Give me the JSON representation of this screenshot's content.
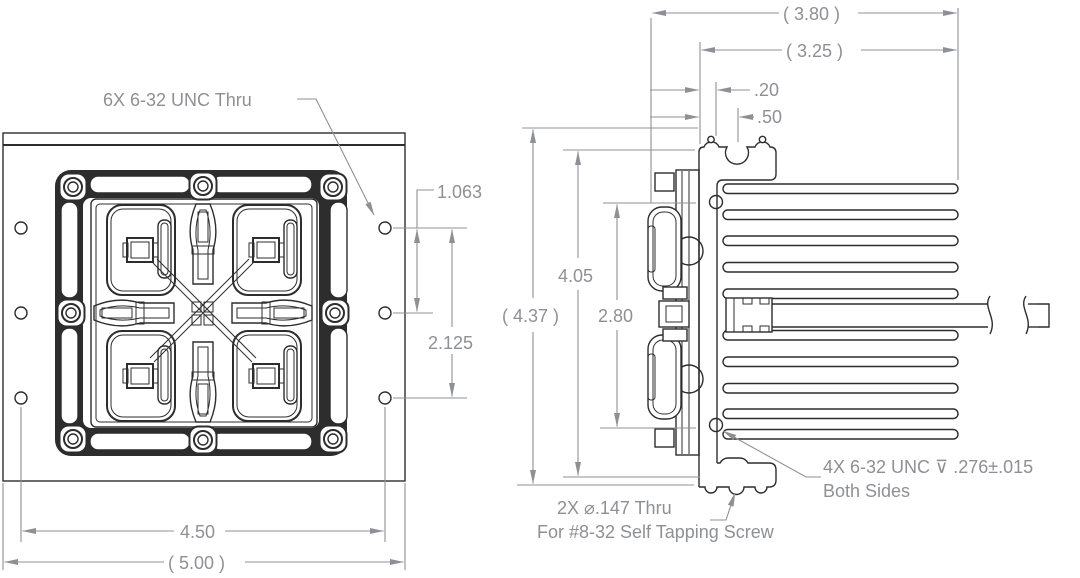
{
  "drawing": {
    "colors": {
      "line": "#2d2d2d",
      "dim": "#8e9093",
      "background": "#ffffff"
    },
    "front": {
      "callout_thru": "6X 6-32 UNC  Thru",
      "dim_hole_pitch_half": "1.063",
      "dim_hole_pitch": "2.125",
      "dim_hole_span": "4.50",
      "dim_overall_width": "( 5.00 )"
    },
    "side": {
      "dim_overall_depth": "( 3.80 )",
      "dim_fin_depth": "( 3.25 )",
      "dim_hole_offset": ".20",
      "dim_channel_offset": ".50",
      "dim_fin_height": "4.05",
      "dim_overall_height": "( 4.37 )",
      "dim_hole_pitch": "2.80",
      "callout_tapped_line1": "4X 6-32 UNC  ⊽ .276±.015",
      "callout_tapped_line2": "Both Sides",
      "callout_thru_line1": "2X ⌀.147 Thru",
      "callout_thru_line2": "For #8-32 Self Tapping Screw"
    }
  }
}
